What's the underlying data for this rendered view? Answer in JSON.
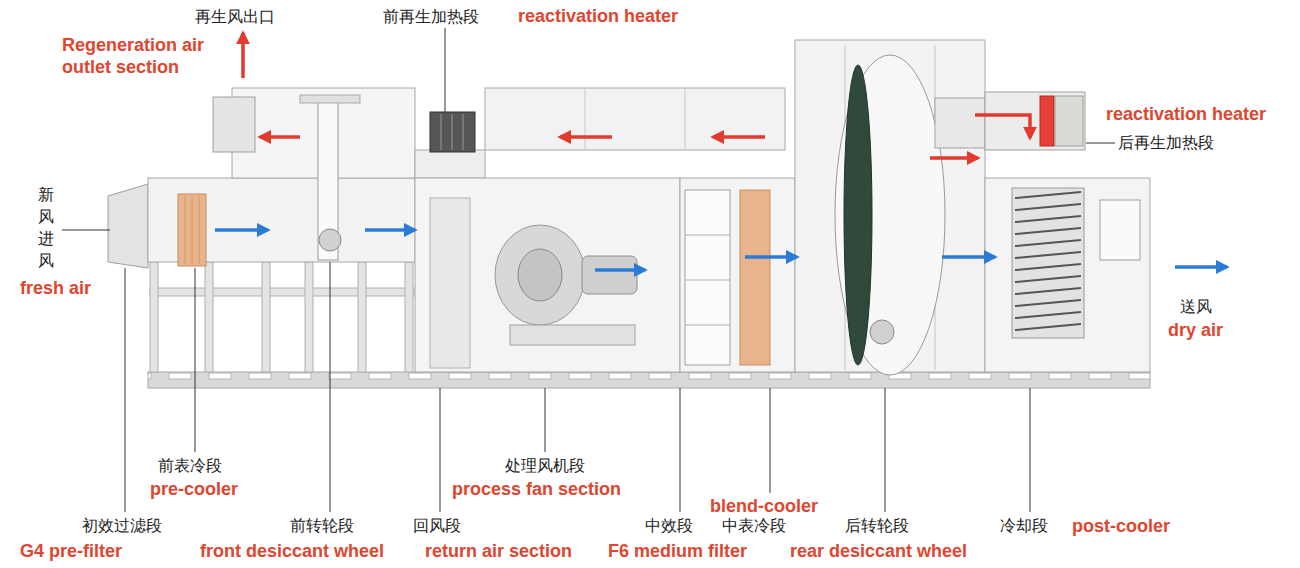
{
  "diagram": {
    "labels": [
      "再生风出口",
      "前再生加热段",
      "reactivation heater",
      "Regeneration air outlet section",
      "reactivation heater",
      "后再生加热段",
      "新风进风",
      "fresh air",
      "送风",
      "dry air",
      "前表冷段",
      "处理风机段",
      "pre-cooler",
      "process fan section",
      "blend-cooler",
      "初效过滤段",
      "前转轮段",
      "回风段",
      "中效段",
      "中表冷段",
      "后转轮段",
      "冷却段",
      "post-cooler",
      "G4 pre-filter",
      "front desiccant wheel",
      "return air section",
      "F6 medium filter",
      "rear desiccant wheel"
    ]
  }
}
